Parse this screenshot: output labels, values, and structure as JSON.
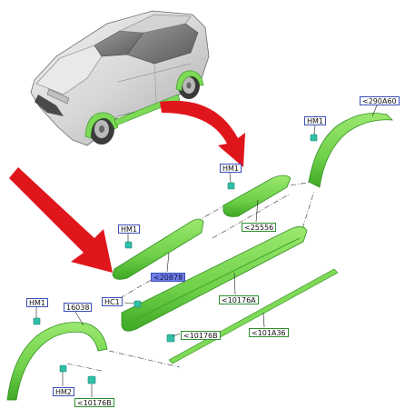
{
  "colors": {
    "part_fill": "#7ed957",
    "part_stroke": "#2f8f1f",
    "arrow_red": "#e0161d",
    "clip_teal": "#2fc0a8",
    "label_border_blue": "#3a4fb8",
    "label_border_green": "#2f8f2f",
    "label_highlight": "#6f7fe8",
    "leader_line": "#222222"
  },
  "labels": {
    "hm1_rear": "HM1",
    "code_290a60": "<290A60",
    "hm1_upper_trim": "HM1",
    "code_25556": "<25556",
    "hm1_front_trim": "HM1",
    "code_20878": "<20878",
    "hc1": "HC1",
    "code_10176a": "<10176A",
    "code_10176b_mid": "<10176B",
    "code_101a36": "<101A36",
    "hm1_front_arch": "HM1",
    "code_16038": "16038",
    "hm2": "HM2",
    "code_10176b_bottom": "<10176B"
  }
}
